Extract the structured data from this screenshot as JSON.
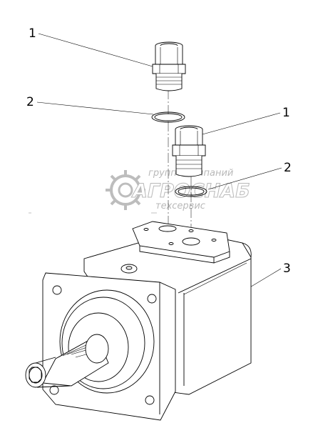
{
  "callouts": {
    "top_fitting": "1",
    "top_ring": "2",
    "mid_fitting": "1",
    "mid_ring": "2",
    "motor": "3"
  },
  "watermark": {
    "line1": "группа компаний",
    "line2": "АГРОСНАБ",
    "line3": "техсервис"
  },
  "colors": {
    "ink": "#000000",
    "watermark": "#b9b9b9",
    "background": "#ffffff"
  }
}
